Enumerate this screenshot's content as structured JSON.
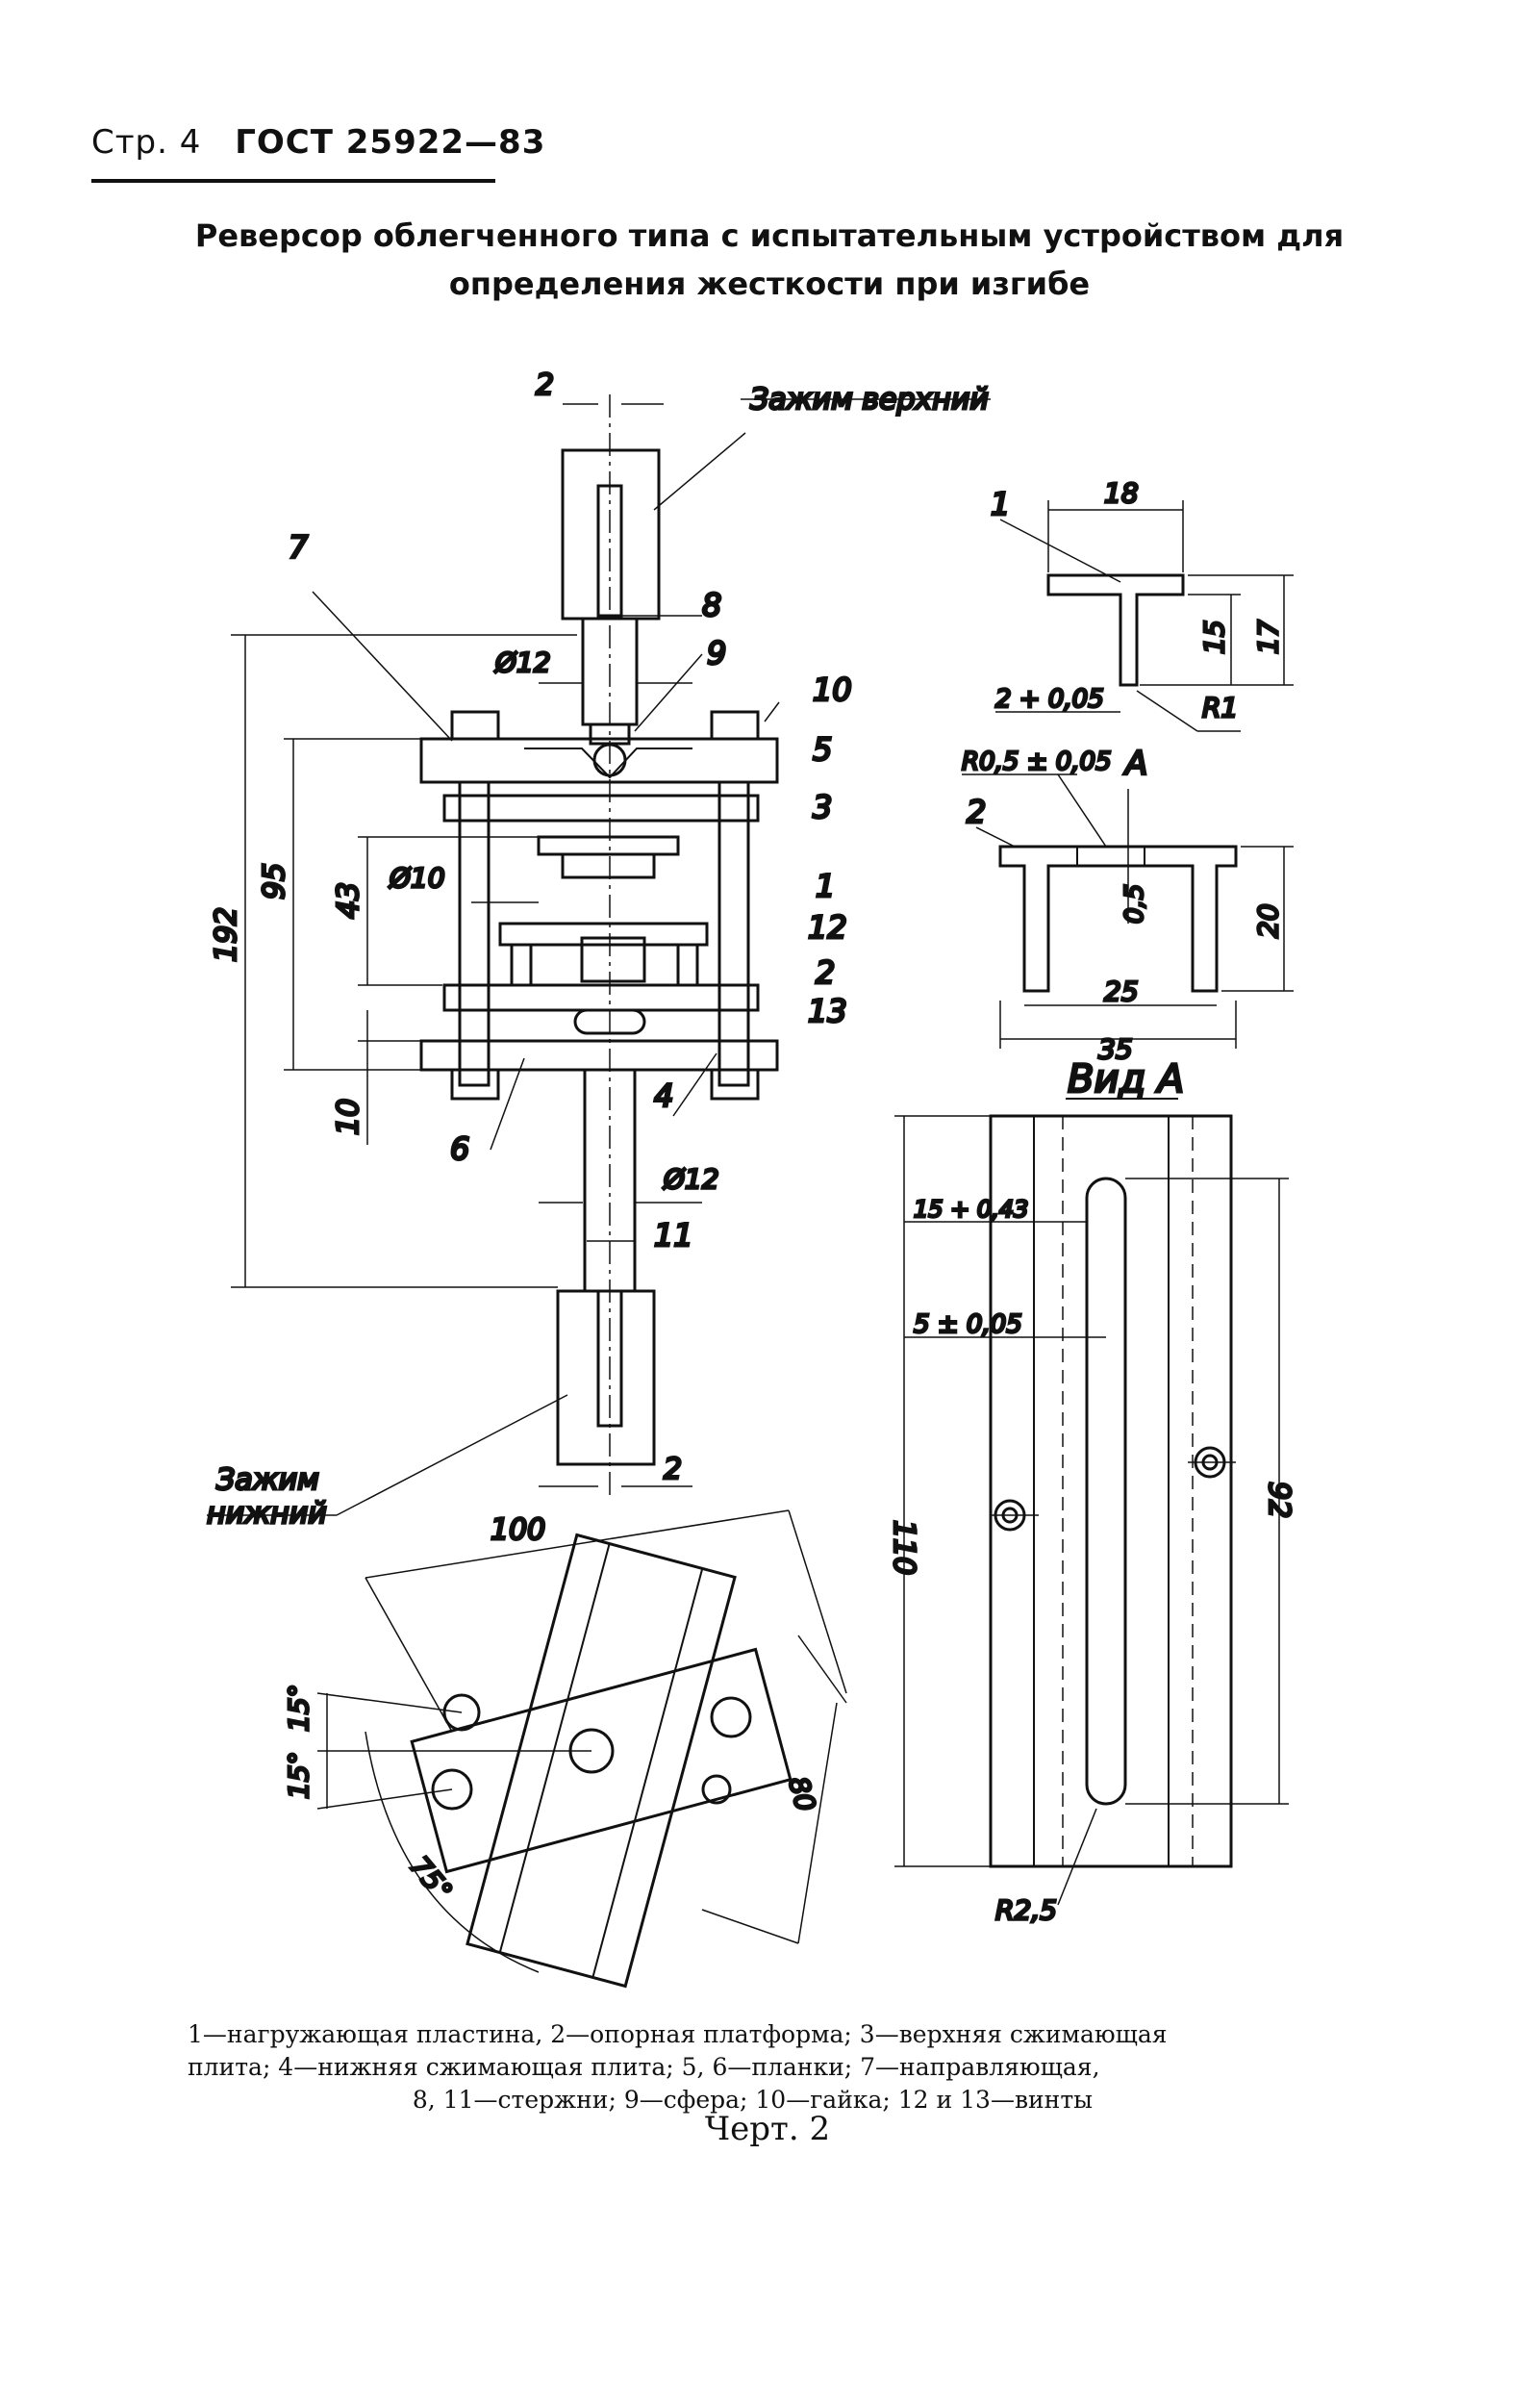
{
  "header": {
    "page": "Стр. 4",
    "standard": "ГОСТ 25922—83"
  },
  "title": {
    "line1": "Реверсор облегченного типа с испытательным устройством для",
    "line2": "определения жесткости при изгибе"
  },
  "drawing": {
    "labels": {
      "upper_clamp": "Зажим верхний",
      "lower_clamp_1": "Зажим",
      "lower_clamp_2": "нижний",
      "view_a": "Вид А",
      "arrow_a": "A",
      "dim_2_top": "2",
      "dim_2_bottom": "2",
      "dim_d12_top": "Ø12",
      "dim_d12_bottom": "Ø12",
      "dim_d10": "Ø10",
      "dim_192": "192",
      "dim_95": "95",
      "dim_43": "43",
      "dim_10": "10",
      "dim_18": "18",
      "dim_15": "15",
      "dim_17": "17",
      "dim_2_005": "2 + 0,05",
      "dim_r1": "R1",
      "dim_r05": "R0,5 ± 0,05",
      "dim_05": "0,5",
      "dim_20": "20",
      "dim_25": "25",
      "dim_35": "35",
      "dim_15_043": "15 + 0,43",
      "dim_5_005": "5 ± 0,05",
      "dim_110": "110",
      "dim_92": "92",
      "dim_r25": "R2,5",
      "dim_100": "100",
      "dim_80": "80",
      "ang_15a": "15°",
      "ang_15b": "15°",
      "ang_75": "75°",
      "p1": "1",
      "p2": "2",
      "p3": "3",
      "p4": "4",
      "p5": "5",
      "p6": "6",
      "p7": "7",
      "p8": "8",
      "p9": "9",
      "p10": "10",
      "p11": "11",
      "p12": "12",
      "p13": "13",
      "d1": "1",
      "d2": "2"
    }
  },
  "caption": {
    "line1": "1—нагружающая пластина, 2—опорная платформа; 3—верхняя сжимающая",
    "line2": "плита; 4—нижняя сжимающая плита; 5, 6—планки; 7—направляющая,",
    "line3": "8, 11—стержни; 9—сфера; 10—гайка; 12 и 13—винты"
  },
  "figure_label": "Черт. 2"
}
